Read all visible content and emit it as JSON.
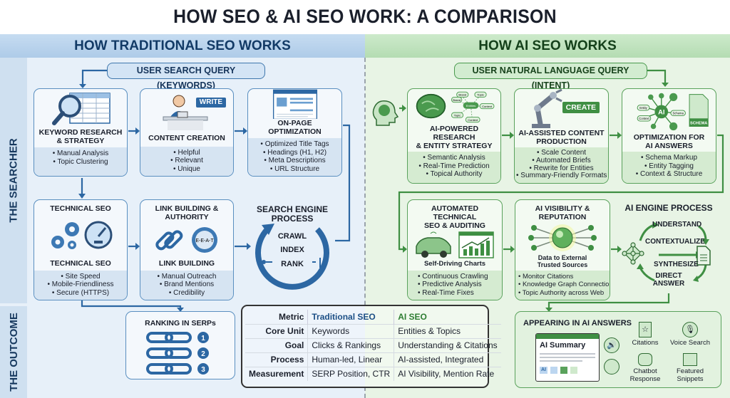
{
  "title": "HOW SEO & AI SEO WORK: A COMPARISON",
  "left_header": "HOW TRADITIONAL SEO WORKS",
  "right_header": "HOW AI SEO WORKS",
  "side_labels": {
    "searcher": "THE SEARCHER",
    "outcome": "THE OUTCOME"
  },
  "traditional": {
    "query": "USER SEARCH QUERY (KEYWORDS)",
    "keyword": {
      "title1": "KEYWORD RESEARCH",
      "title2": "& STRATEGY",
      "items": [
        "• Manual Analysis",
        "• Topic Clustering"
      ]
    },
    "content": {
      "title": "CONTENT CREATION",
      "badge": "WRITE",
      "items": [
        "• Helpful",
        "• Relevant",
        "• Unique"
      ]
    },
    "onpage": {
      "title": "ON-PAGE OPTIMIZATION",
      "items": [
        "• Optimized Title Tags",
        "• Headings (H1, H2)",
        "• Meta Descriptions",
        "• URL Structure"
      ]
    },
    "technical": {
      "title": "TECHNICAL SEO",
      "caption": "TECHNICAL SEO",
      "items": [
        "• Site Speed",
        "• Mobile-Friendliness",
        "• Secure (HTTPS)"
      ]
    },
    "links": {
      "title1": "LINK BUILDING &",
      "title2": "AUTHORITY",
      "badge": "E-E-A-T",
      "caption": "LINK BUILDING",
      "items": [
        "• Manual Outreach",
        "• Brand Mentions",
        "• Credibility"
      ]
    },
    "engine": {
      "title1": "SEARCH ENGINE",
      "title2": "PROCESS",
      "steps": [
        "CRAWL",
        "INDEX",
        "RANK"
      ]
    },
    "ranking": {
      "title": "RANKING IN SERPs",
      "ranks": [
        "1",
        "2",
        "3"
      ]
    }
  },
  "ai": {
    "query": "USER NATURAL LANGUAGE QUERY (INTENT)",
    "research": {
      "title1": "AI-POWERED RESEARCH",
      "title2": "& ENTITY STRATEGY",
      "nodes": [
        "Brand",
        "Topic",
        "Entities",
        "Context",
        "Topic",
        "Brand",
        "Context"
      ],
      "items": [
        "• Semantic Analysis",
        "• Real-Time Prediction",
        "• Topical Authority"
      ]
    },
    "production": {
      "title1": "AI-ASSISTED CONTENT",
      "title2": "PRODUCTION",
      "badge": "CREATE",
      "items": [
        "• Scale Content",
        "• Automated Briefs",
        "• Rewrite for Entities",
        "• Summary-Friendly Formats"
      ]
    },
    "optimization": {
      "title1": "OPTIMIZATION FOR",
      "title2": "AI ANSWERS",
      "hub": "AI",
      "nodes": [
        "Entity",
        "Context",
        "Schema"
      ],
      "badge": "SCHEMA",
      "items": [
        "• Schema Markup",
        "• Entity Tagging",
        "• Context & Structure"
      ]
    },
    "automated": {
      "title1": "AUTOMATED TECHNICAL",
      "title2": "SEO & AUDITING",
      "caption": "Self-Driving Charts",
      "items": [
        "• Continuous Crawling",
        "• Predictive Analysis",
        "• Real-Time Fixes"
      ]
    },
    "visibility": {
      "title1": "AI VISIBILITY &",
      "title2": "REPUTATION",
      "caption1": "Data to External",
      "caption2": "Trusted Sources",
      "items": [
        "• Monitor Citations",
        "• Knowledge Graph Connections",
        "• Topic Authority across Web"
      ]
    },
    "engine": {
      "title": "AI ENGINE PROCESS",
      "steps": [
        "UNDERSTAND",
        "CONTEXTUALIZE",
        "SYNTHESIZE"
      ],
      "answer1": "DIRECT",
      "answer2": "ANSWER"
    },
    "appearing": {
      "title": "APPEARING IN AI ANSWERS",
      "summary": "AI Summary",
      "chip": "AI",
      "features": [
        {
          "l1": "Citations",
          "l2": ""
        },
        {
          "l1": "Voice Search",
          "l2": ""
        },
        {
          "l1": "Chatbot",
          "l2": "Response"
        },
        {
          "l1": "Featured",
          "l2": "Snippets"
        }
      ]
    }
  },
  "comparison": {
    "headers": [
      "Metric",
      "Traditional SEO",
      "AI SEO"
    ],
    "rows": [
      [
        "Core Unit",
        "Keywords",
        "Entities & Topics"
      ],
      [
        "Goal",
        "Clicks & Rankings",
        "Understanding & Citations"
      ],
      [
        "Process",
        "Human-led, Linear",
        "AI-assisted, Integrated"
      ],
      [
        "Measurement",
        "SERP Position, CTR",
        "AI Visibility, Mention Rate"
      ]
    ]
  },
  "colors": {
    "blue": "#2c67a3",
    "green": "#3f8f43",
    "blue_bg": "#e7f0f9",
    "green_bg": "#e8f4e5"
  }
}
